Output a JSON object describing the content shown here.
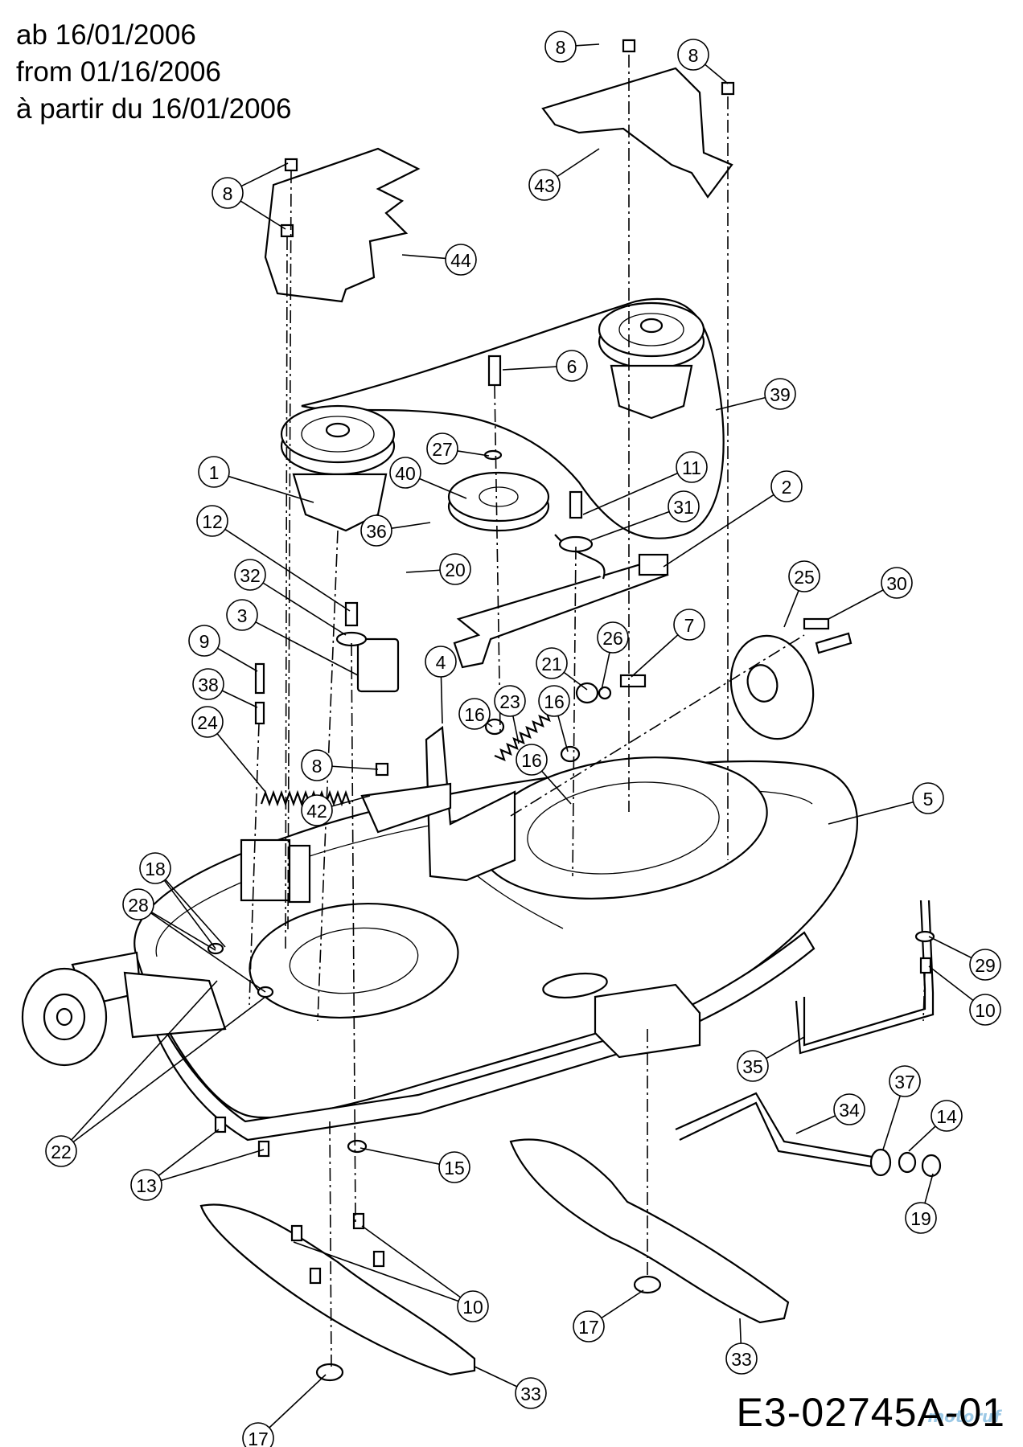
{
  "header": {
    "line1": "ab 16/01/2006",
    "line2": "from 01/16/2006",
    "line3": "à partir du 16/01/2006"
  },
  "drawing_code": "E3-02745A-01",
  "watermark": "motoruf",
  "callouts": [
    {
      "label": "8"
    },
    {
      "label": "8"
    },
    {
      "label": "43"
    },
    {
      "label": "8"
    },
    {
      "label": "44"
    },
    {
      "label": "6"
    },
    {
      "label": "39"
    },
    {
      "label": "27"
    },
    {
      "label": "40"
    },
    {
      "label": "11"
    },
    {
      "label": "1"
    },
    {
      "label": "31"
    },
    {
      "label": "2"
    },
    {
      "label": "12"
    },
    {
      "label": "36"
    },
    {
      "label": "20"
    },
    {
      "label": "25"
    },
    {
      "label": "30"
    },
    {
      "label": "32"
    },
    {
      "label": "3"
    },
    {
      "label": "26"
    },
    {
      "label": "7"
    },
    {
      "label": "9"
    },
    {
      "label": "4"
    },
    {
      "label": "21"
    },
    {
      "label": "38"
    },
    {
      "label": "16"
    },
    {
      "label": "16"
    },
    {
      "label": "24"
    },
    {
      "label": "23"
    },
    {
      "label": "8"
    },
    {
      "label": "16"
    },
    {
      "label": "42"
    },
    {
      "label": "5"
    },
    {
      "label": "18"
    },
    {
      "label": "28"
    },
    {
      "label": "29"
    },
    {
      "label": "10"
    },
    {
      "label": "35"
    },
    {
      "label": "37"
    },
    {
      "label": "34"
    },
    {
      "label": "14"
    },
    {
      "label": "22"
    },
    {
      "label": "15"
    },
    {
      "label": "13"
    },
    {
      "label": "19"
    },
    {
      "label": "10"
    },
    {
      "label": "17"
    },
    {
      "label": "33"
    },
    {
      "label": "17"
    },
    {
      "label": "33"
    }
  ]
}
